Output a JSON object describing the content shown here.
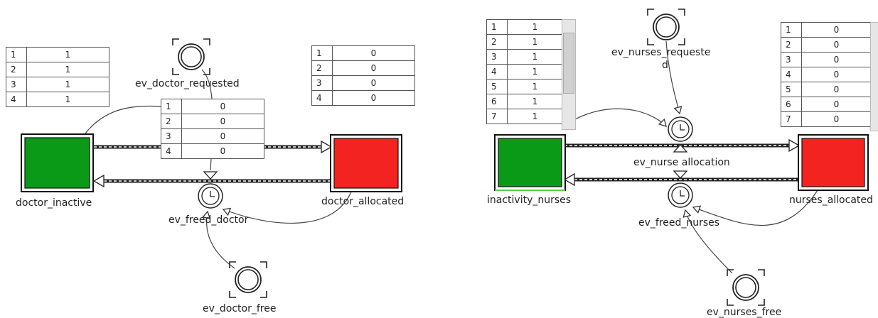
{
  "left_model": {
    "places": {
      "inactive": {
        "label": "doctor_inactive",
        "color": "#0a9a17"
      },
      "allocated": {
        "label": "doctor_allocated",
        "color": "#f22320"
      }
    },
    "transitions": {
      "allocation": {
        "label": "ev_doctor_requested"
      },
      "freed": {
        "label": "ev_freed_doctor"
      },
      "free": {
        "label": "ev_doctor_free"
      }
    },
    "tables": {
      "inactive": [
        {
          "i": "1",
          "v": "1"
        },
        {
          "i": "2",
          "v": "1"
        },
        {
          "i": "3",
          "v": "1"
        },
        {
          "i": "4",
          "v": "1"
        }
      ],
      "middle": [
        {
          "i": "1",
          "v": "0"
        },
        {
          "i": "2",
          "v": "0"
        },
        {
          "i": "3",
          "v": "0"
        },
        {
          "i": "4",
          "v": "0"
        }
      ],
      "allocated": [
        {
          "i": "1",
          "v": "0"
        },
        {
          "i": "2",
          "v": "0"
        },
        {
          "i": "3",
          "v": "0"
        },
        {
          "i": "4",
          "v": "0"
        }
      ]
    }
  },
  "right_model": {
    "places": {
      "inactive": {
        "label": "inactivity_nurses",
        "color": "#0a9a17"
      },
      "allocated": {
        "label": "nurses_allocated",
        "color": "#f22320"
      }
    },
    "transitions": {
      "requested_line1": "ev_nurses_requeste",
      "requested_line2": "d",
      "allocation": "ev_nurse allocation",
      "freed": "ev_freed_nurses",
      "free": "ev_nurses_free"
    },
    "tables": {
      "inactive": [
        {
          "i": "1",
          "v": "1"
        },
        {
          "i": "2",
          "v": "1"
        },
        {
          "i": "3",
          "v": "1"
        },
        {
          "i": "4",
          "v": "1"
        },
        {
          "i": "5",
          "v": "1"
        },
        {
          "i": "6",
          "v": "1"
        },
        {
          "i": "7",
          "v": "1"
        }
      ],
      "allocated": [
        {
          "i": "1",
          "v": "0"
        },
        {
          "i": "2",
          "v": "0"
        },
        {
          "i": "3",
          "v": "0"
        },
        {
          "i": "4",
          "v": "0"
        },
        {
          "i": "5",
          "v": "0"
        },
        {
          "i": "6",
          "v": "0"
        },
        {
          "i": "7",
          "v": "0"
        }
      ]
    }
  }
}
